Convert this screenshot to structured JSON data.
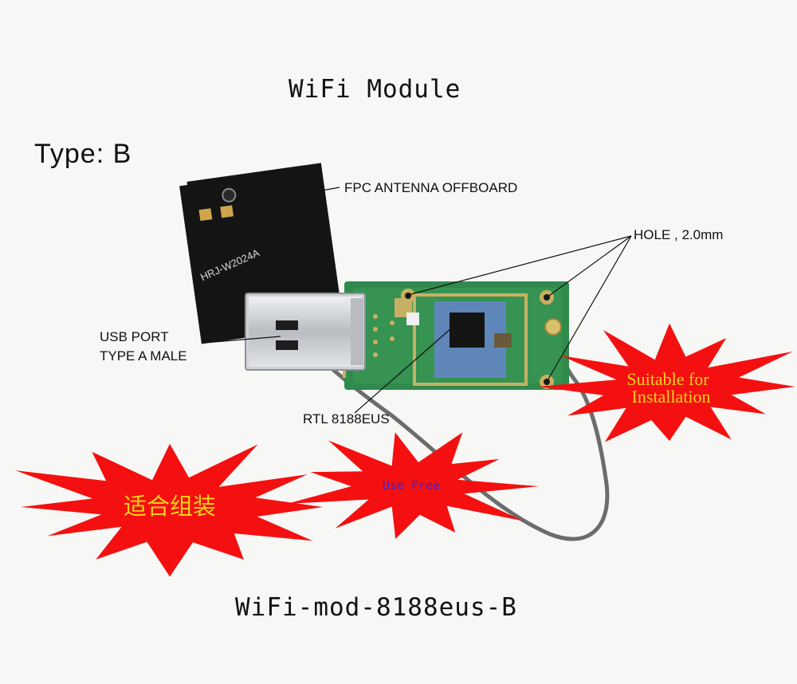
{
  "title": "WiFi Module",
  "type_label": "Type: B",
  "callouts": {
    "fpc_antenna": "FPC ANTENNA OFFBOARD",
    "hole": "HOLE , 2.0mm",
    "usb_line1": "USB PORT",
    "usb_line2": "TYPE A MALE",
    "chip": "RTL 8188EUS"
  },
  "antenna_print": "HRJ-W2024A",
  "burst_suitable_line1": "Suitable for",
  "burst_suitable_line2": "Installation",
  "burst_use_free": "Use Free",
  "burst_chinese": "适合组装",
  "model_name": "WiFi-mod-8188eus-B",
  "colors": {
    "burst_red": "#f41010",
    "burst_text_yellow": "#f6d21a",
    "burst_text_blue": "#3b24d6",
    "pcb_green": "#2f8a4c",
    "antenna_black": "#141414",
    "cable_gray": "#6c6c6c"
  }
}
